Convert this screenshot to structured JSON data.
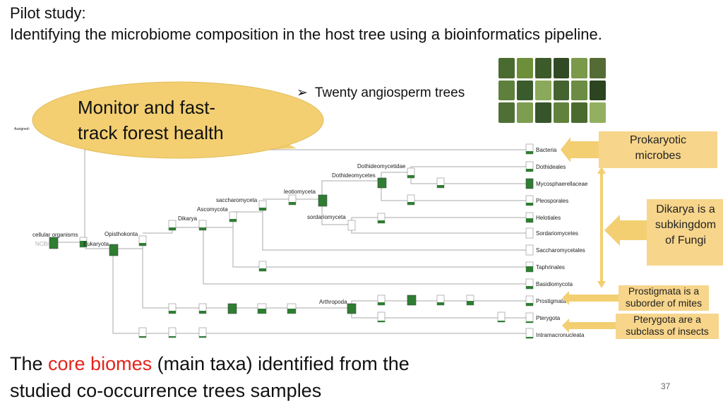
{
  "title_line1": "Pilot study:",
  "title_line2": "Identifying the microbiome composition in the host tree using a bioinformatics pipeline.",
  "bullet_text": "Twenty angiosperm trees",
  "bubble_line1": "Monitor and fast-",
  "bubble_line2": "track forest health",
  "callouts": {
    "prokaryotic_line1": "Prokaryotic",
    "prokaryotic_line2": "microbes",
    "dikarya_line1": "Dikarya is a",
    "dikarya_line2": "subkingdom",
    "dikarya_line3": "of Fungi",
    "prostigmata_line1": "Prostigmata is a",
    "prostigmata_line2": "suborder of mites",
    "pterygota_line1": "Pterygota are a",
    "pterygota_line2": "subclass of insects"
  },
  "bottom_pre": "The ",
  "bottom_red": "core biomes",
  "bottom_post": " (main taxa) identified from the",
  "bottom_line2": "studied co-occurrence trees samples",
  "page_number": "37",
  "tree": {
    "small_label": "Assigned:",
    "ncbi_label": "NCBI",
    "nodes": {
      "cellular_organisms": "cellular organisms",
      "eukaryota": "Eukaryota",
      "opisthokonta": "Opisthokonta",
      "dikarya": "Dikarya",
      "ascomycota": "Ascomycota",
      "saccharomyceta": "saccharomyceta",
      "leotiomyceta": "leotiomyceta",
      "dothideomycetes": "Dothideomycetes",
      "dothideomycetidae": "Dothideomycetidae",
      "sordariomyceta": "sordariomyceta",
      "arthropoda": "Arthropoda"
    },
    "leaves": [
      "Bacteria",
      "Dothideales",
      "Mycosphaerellaceae",
      "Pleosporales",
      "Helotiales",
      "Sordariomycetes",
      "Saccharomycetales",
      "Taphrinales",
      "Basidiomycota",
      "Prostigmata",
      "Pterygota",
      "Intramacronucleata"
    ]
  },
  "colors": {
    "accent_green": "#2e7d32",
    "callout_fill": "#f7d58b",
    "bubble_fill": "#f3cf72",
    "highlight_red": "#e3241b"
  }
}
